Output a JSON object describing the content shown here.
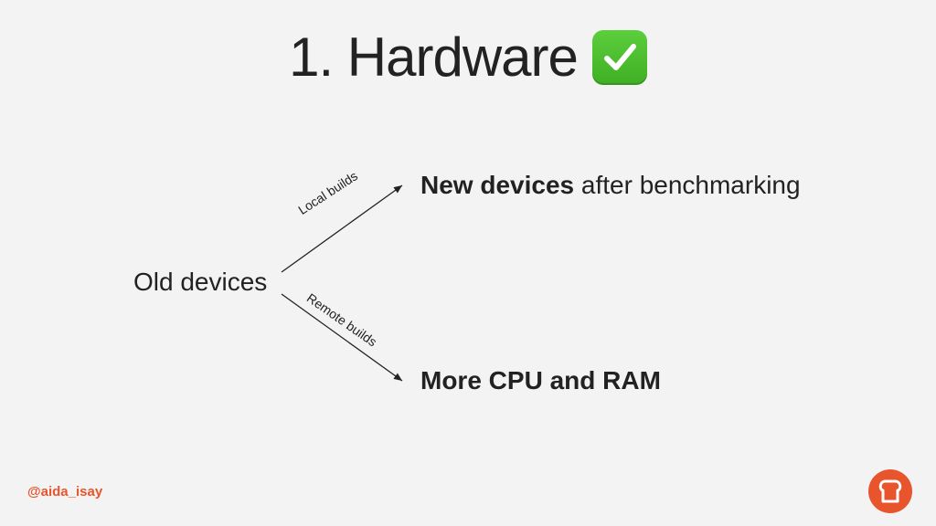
{
  "title": {
    "text": "1. Hardware",
    "icon": "check-mark-button-icon"
  },
  "diagram": {
    "source_node": "Old devices",
    "targets": [
      {
        "bold": "New devices",
        "rest": " after benchmarking",
        "edge_label": "Local builds"
      },
      {
        "bold": "More CPU and RAM",
        "rest": "",
        "edge_label": "Remote builds"
      }
    ]
  },
  "footer": {
    "handle": "@aida_isay",
    "logo_icon": "toast-logo-icon"
  },
  "colors": {
    "background": "#f3f3f3",
    "text": "#222222",
    "accent": "#e8552c",
    "check": "#4cbf2f"
  }
}
